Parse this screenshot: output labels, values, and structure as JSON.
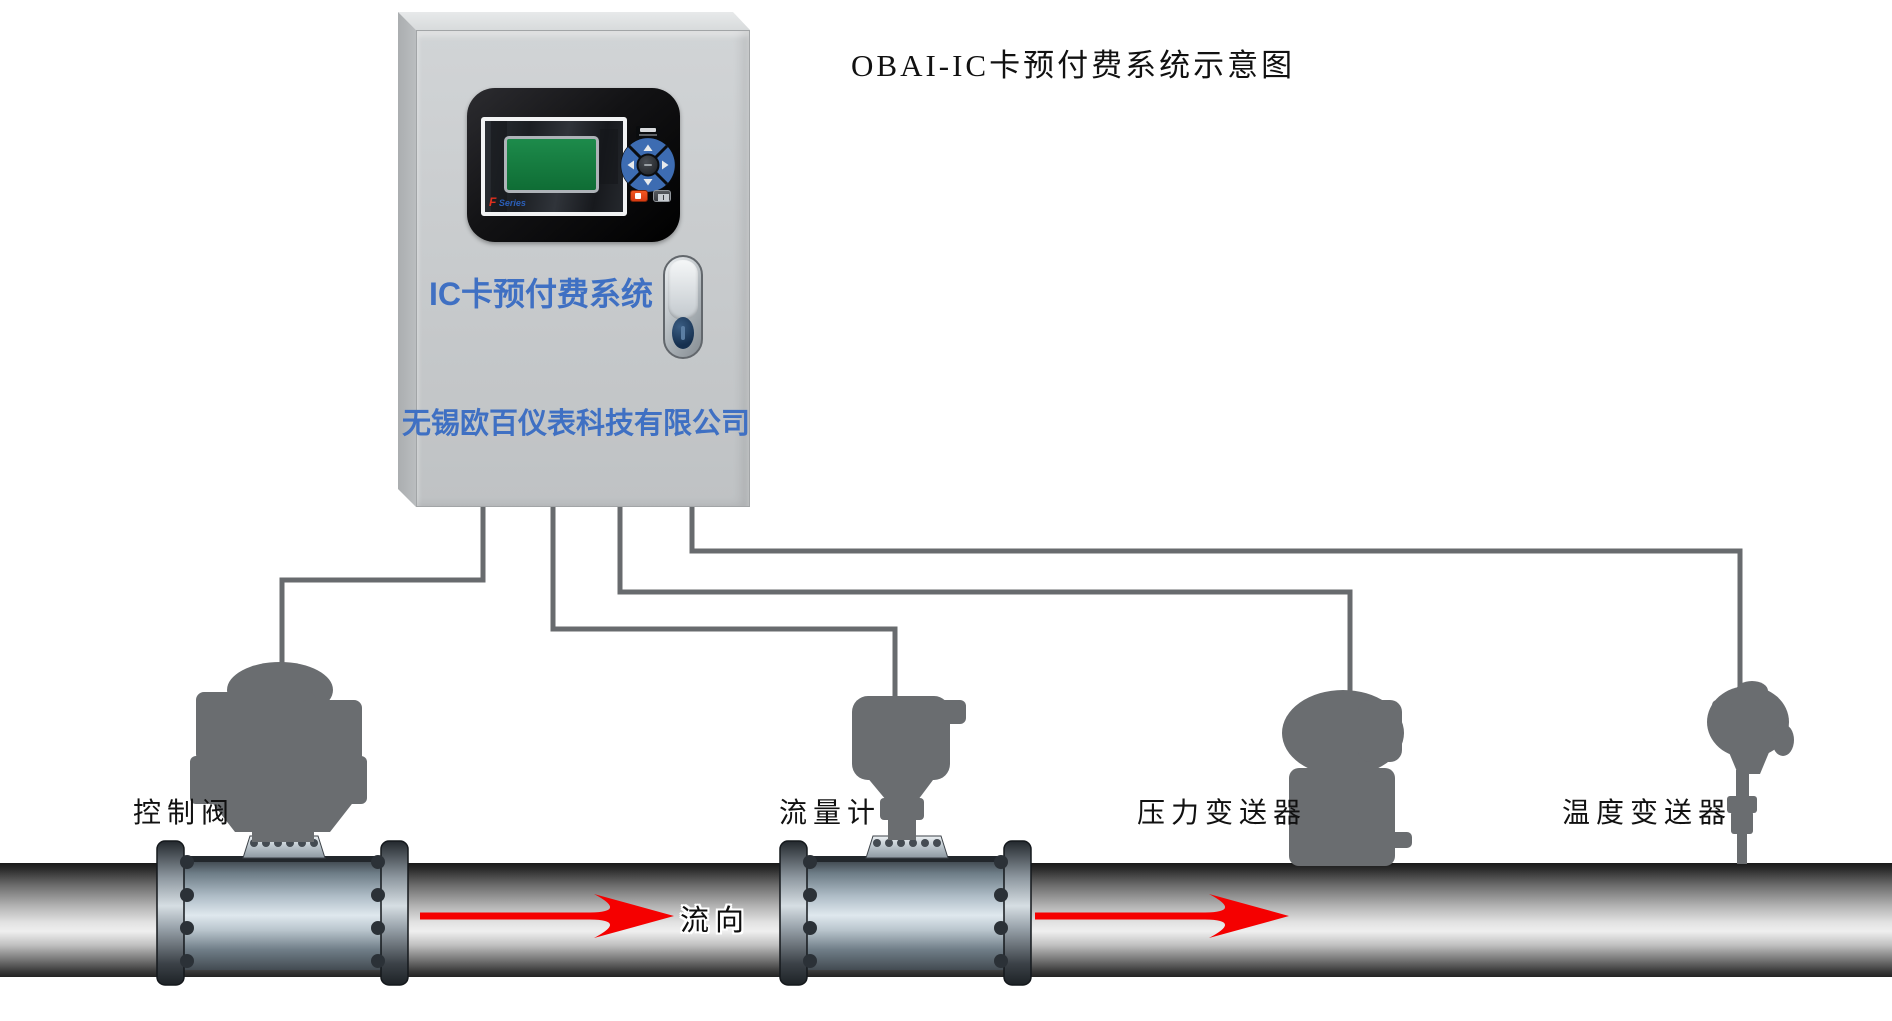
{
  "diagram_title": "OBAI-IC卡预付费系统示意图",
  "cabinet": {
    "system_label": "IC卡预付费系统",
    "company_name": "无锡欧百仪表科技有限公司",
    "screen_logo_f": "F",
    "screen_logo_series": "Series"
  },
  "pipeline": {
    "flow_label": "流向",
    "devices": {
      "control_valve": "控制阀",
      "flow_meter": "流量计",
      "pressure_transmitter": "压力变送器",
      "temperature_transmitter": "温度变送器"
    }
  },
  "colors": {
    "wire_gray": "#686b6e",
    "silhouette_gray": "#6a6d70",
    "arrow_red": "#f50000",
    "cabinet_text_blue": "#3f70c3",
    "lcd_green": "#15803f"
  }
}
